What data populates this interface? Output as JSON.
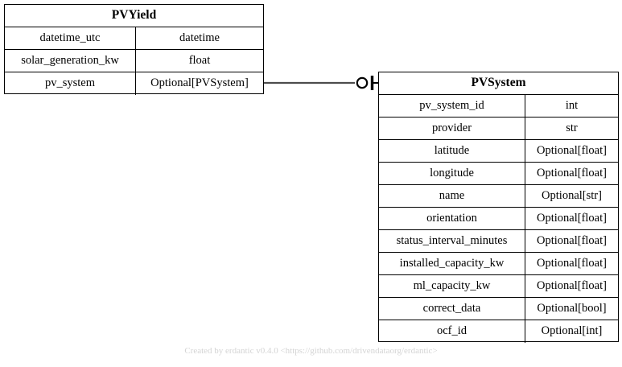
{
  "diagram": {
    "background_color": "#ffffff",
    "line_color": "#4d4d4d",
    "border_color": "#000000",
    "text_color": "#000000"
  },
  "entities": [
    {
      "id": "pvyield",
      "name": "PVYield",
      "fields": [
        {
          "name": "datetime_utc",
          "type": "datetime"
        },
        {
          "name": "solar_generation_kw",
          "type": "float"
        },
        {
          "name": "pv_system",
          "type": "Optional[PVSystem]"
        }
      ]
    },
    {
      "id": "pvsystem",
      "name": "PVSystem",
      "fields": [
        {
          "name": "pv_system_id",
          "type": "int"
        },
        {
          "name": "provider",
          "type": "str"
        },
        {
          "name": "latitude",
          "type": "Optional[float]"
        },
        {
          "name": "longitude",
          "type": "Optional[float]"
        },
        {
          "name": "name",
          "type": "Optional[str]"
        },
        {
          "name": "orientation",
          "type": "Optional[float]"
        },
        {
          "name": "status_interval_minutes",
          "type": "Optional[float]"
        },
        {
          "name": "installed_capacity_kw",
          "type": "Optional[float]"
        },
        {
          "name": "ml_capacity_kw",
          "type": "Optional[float]"
        },
        {
          "name": "correct_data",
          "type": "Optional[bool]"
        },
        {
          "name": "ocf_id",
          "type": "Optional[int]"
        }
      ]
    }
  ],
  "relationships": [
    {
      "id": "pvyield-to-pvsystem",
      "source_entity": "PVYield",
      "source_field": "pv_system",
      "target_entity": "PVSystem",
      "source_cardinality": "none",
      "target_cardinality": "zero-or-one"
    }
  ],
  "footer": {
    "credit": "Created by erdantic v0.4.0 <https://github.com/drivendataorg/erdantic>"
  }
}
